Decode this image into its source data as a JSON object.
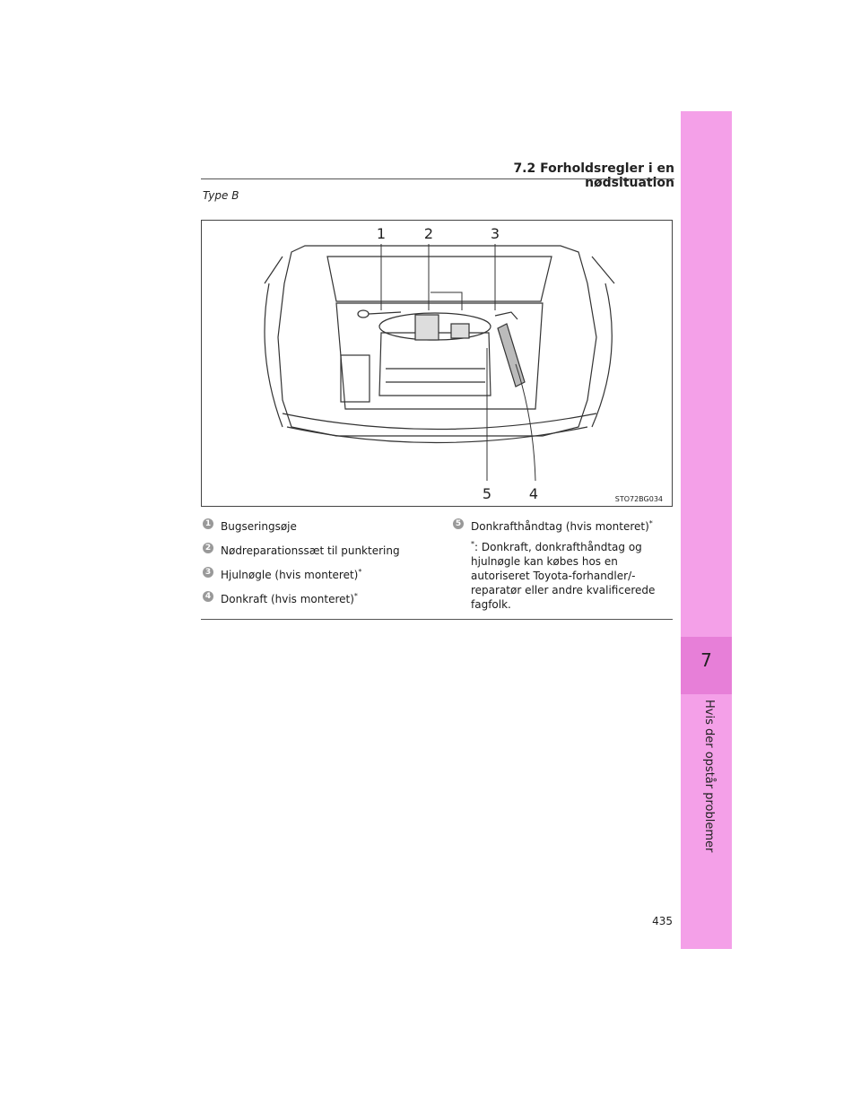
{
  "header": {
    "section": "7.2 Forholdsregler i en nødsituation"
  },
  "figure": {
    "type_label": "Type B",
    "code": "STO72BG034",
    "callouts": [
      "1",
      "2",
      "3",
      "4",
      "5"
    ]
  },
  "legend": {
    "items": [
      {
        "num": "1",
        "text": "Bugseringsøje",
        "asterisk": ""
      },
      {
        "num": "2",
        "text": "Nødreparationssæt til punktering",
        "asterisk": ""
      },
      {
        "num": "3",
        "text": "Hjulnøgle (hvis monteret)",
        "asterisk": "*"
      },
      {
        "num": "4",
        "text": "Donkraft (hvis monteret)",
        "asterisk": "*"
      },
      {
        "num": "5",
        "text": "Donkrafthåndtag (hvis monteret)",
        "asterisk": "*"
      }
    ],
    "note_marker": "*",
    "note": ": Donkraft, donkrafthåndtag og hjulnøgle kan købes hos en autoriseret Toyota-forhandler/-reparatør eller andre kvalificerede fagfolk."
  },
  "sidebar": {
    "chapter_number": "7",
    "chapter_title": "Hvis der opstår problemer"
  },
  "page_number": "435",
  "colors": {
    "tab": "#f4a0e8",
    "tab_active": "#e77fd8"
  }
}
